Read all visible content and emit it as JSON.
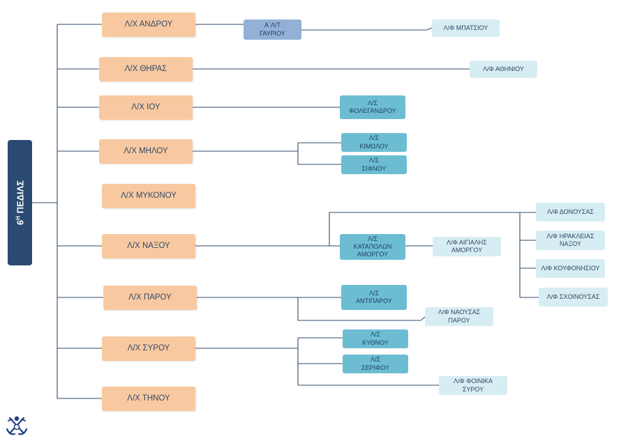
{
  "root": {
    "prefix": "6",
    "sup": "Η",
    "name": "ΠΕΔΙΛΣ"
  },
  "stations": [
    {
      "label": "Λ/Χ ΑΝΔΡΟΥ"
    },
    {
      "label": "Λ/Χ ΘΗΡΑΣ"
    },
    {
      "label": "Λ/Χ ΙΟΥ"
    },
    {
      "label": "Λ/Χ ΜΗΛΟΥ"
    },
    {
      "label": "Λ/Χ ΜΥΚΟΝΟΥ"
    },
    {
      "label": "Λ/Χ ΝΑΞΟΥ"
    },
    {
      "label": "Λ/Χ ΠΑΡΟΥ"
    },
    {
      "label": "Λ/Χ ΣΥΡΟΥ"
    },
    {
      "label": "Λ/Χ ΤΗΝΟΥ"
    }
  ],
  "subunits": {
    "andros_alt": {
      "l1": "Α΄Λ/Τ",
      "l2": "ΓΑΥΡΙΟΥ"
    },
    "andros_lf": {
      "l1": "Λ/Φ ΜΠΑΤΣΙΟΥ"
    },
    "thira_lf": {
      "l1": "Λ/Φ ΑΘΗΝΙΟΥ"
    },
    "ios_ls": {
      "l1": "Λ/Σ",
      "l2": "ΦΟΛΕΓΑΝΔΡΟΥ"
    },
    "milos_kimolos": {
      "l1": "Λ/Σ",
      "l2": "ΚΙΜΩΛΟΥ"
    },
    "milos_sifnos": {
      "l1": "Λ/Σ",
      "l2": "ΣΙΦΝΟΥ"
    },
    "naxos_katapola": {
      "l1": "Λ/Σ",
      "l2": "ΚΑΤΑΠΟΛΩΝ",
      "l3": "ΑΜΟΡΓΟΥ"
    },
    "naxos_aigiali": {
      "l1": "Λ/Φ ΑΙΓΙΑΛΗΣ",
      "l2": "ΑΜΟΡΓΟΥ"
    },
    "naxos_donousa": {
      "l1": "Λ/Φ ΔΟΝΟΥΣΑΣ"
    },
    "naxos_irakleia": {
      "l1": "Λ/Φ ΗΡΑΚΛΕΙΑΣ",
      "l2": "ΝΑΞΟΥ"
    },
    "naxos_koufonisi": {
      "l1": "Λ/Φ ΚΟΥΦΟΝΗΣΙΟΥ"
    },
    "naxos_schoinousa": {
      "l1": "Λ/Φ ΣΧΟΙΝΟΥΣΑΣ"
    },
    "paros_antiparos": {
      "l1": "Λ/Σ",
      "l2": "ΑΝΤΙΠΑΡΟΥ"
    },
    "paros_naousa": {
      "l1": "Λ/Φ ΝΑΟΥΣΑΣ",
      "l2": "ΠΑΡΟΥ"
    },
    "syros_kythnos": {
      "l1": "Λ/Σ",
      "l2": "ΚΥΘΝΟΥ"
    },
    "syros_serifos": {
      "l1": "Λ/Σ",
      "l2": "ΣΕΡΙΦΟΥ"
    },
    "syros_foinikas": {
      "l1": "Λ/Φ ΦΟΙΝΙΚΑ",
      "l2": "ΣΥΡΟΥ"
    }
  },
  "colors": {
    "root": "#2b4a72",
    "station": "#f8c9a0",
    "ls": "#6cbdd2",
    "lf": "#d6edf3",
    "alt": "#93b0d6",
    "connector": "#2f4a68"
  }
}
